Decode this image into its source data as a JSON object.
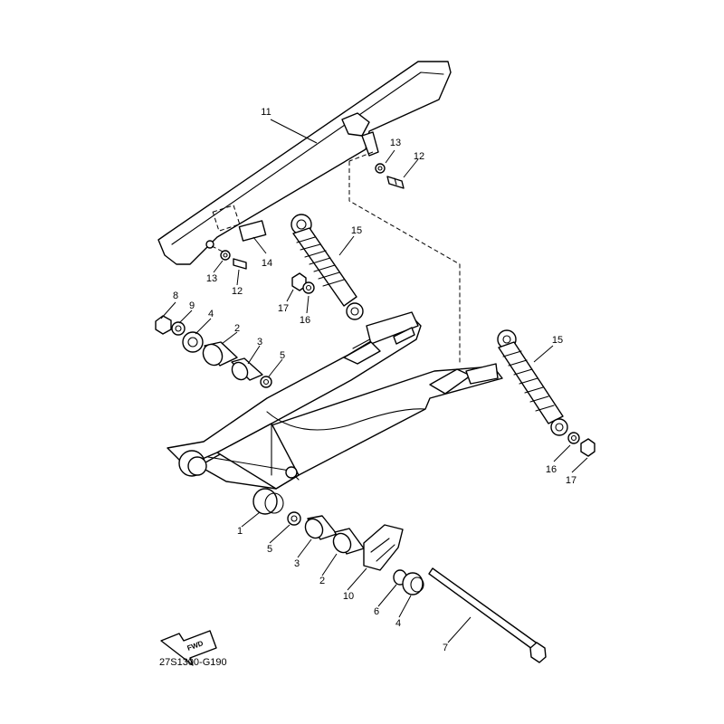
{
  "diagram_code": "27S1300-G190",
  "fwd_arrow_label": "FWD",
  "callouts": {
    "p1": "1",
    "p2_upper": "2",
    "p2_lower": "2",
    "p3_upper": "3",
    "p3_lower": "3",
    "p4_upper": "4",
    "p4_lower": "4",
    "p5_upper": "5",
    "p5_lower": "5",
    "p6": "6",
    "p7": "7",
    "p8": "8",
    "p9": "9",
    "p10": "10",
    "p11": "11",
    "p12_upper": "12",
    "p12_lower": "12",
    "p13_upper": "13",
    "p13_lower": "13",
    "p14": "14",
    "p15_left": "15",
    "p15_right": "15",
    "p16_left": "16",
    "p16_right": "16",
    "p17_left": "17",
    "p17_right": "17"
  }
}
